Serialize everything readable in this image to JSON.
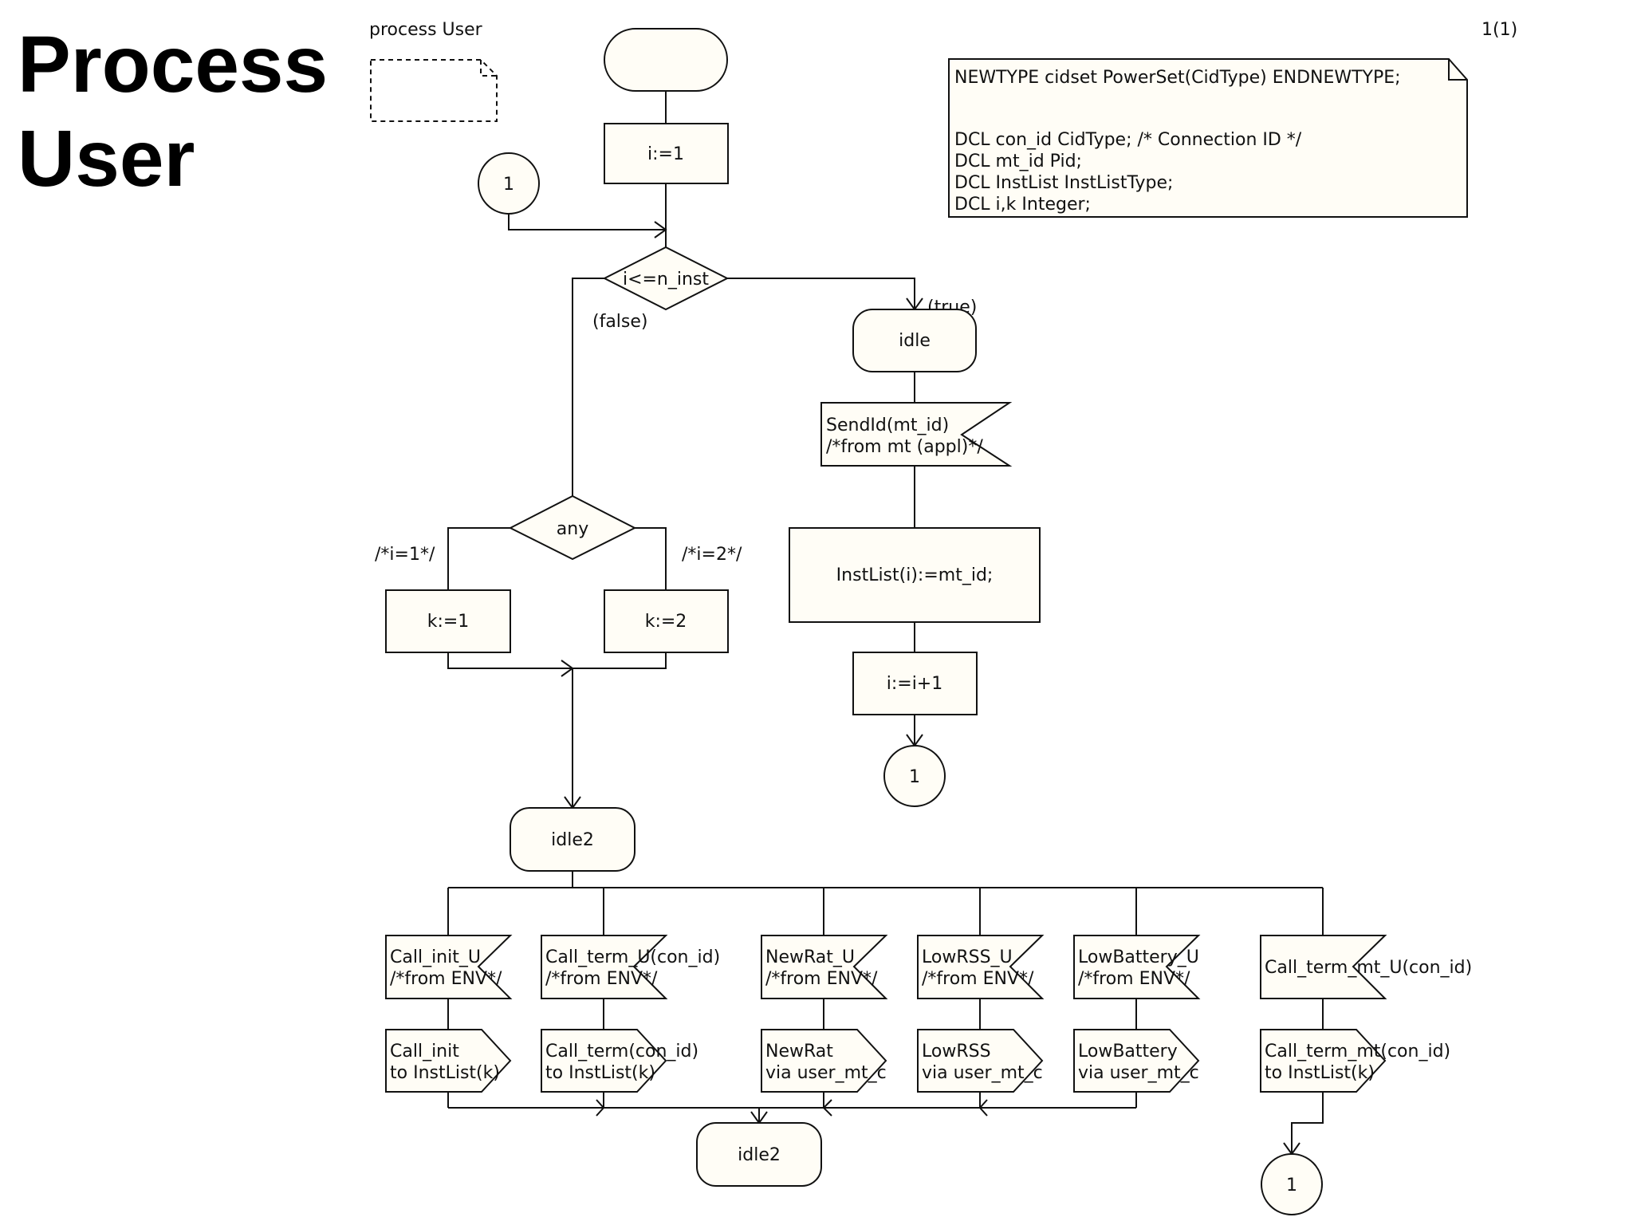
{
  "title": {
    "line1": "Process",
    "line2": "User"
  },
  "diagram": {
    "process_label": "process User",
    "page_number": "1(1)",
    "declarations": [
      "NEWTYPE cidset PowerSet(CidType) ENDNEWTYPE;",
      "DCL con_id CidType;   /* Connection ID */",
      "DCL mt_id Pid;",
      "DCL InstList InstListType;",
      "DCL i,k  Integer;"
    ],
    "init_task": "i:=1",
    "connector_label": "1",
    "decision_main": "i<=n_inst",
    "false_label": "(false)",
    "true_label": "(true)",
    "idle_state": "idle",
    "sendid_input": [
      "SendId(mt_id)",
      "/*from mt (appl)*/"
    ],
    "instlist_task": "InstList(i):=mt_id;",
    "increment_task": "i:=i+1",
    "decision_any": "any",
    "branch1_label": "/*i=1*/",
    "branch2_label": "/*i=2*/",
    "k1_task": "k:=1",
    "k2_task": "k:=2",
    "idle2_state": "idle2",
    "inputs": [
      {
        "line1": "Call_init_U",
        "line2": "/*from ENV*/"
      },
      {
        "line1": "Call_term_U(con_id)",
        "line2": "/*from ENV*/"
      },
      {
        "line1": "NewRat_U",
        "line2": "/*from ENV*/"
      },
      {
        "line1": "LowRSS_U",
        "line2": "/*from ENV*/"
      },
      {
        "line1": "LowBattery_U",
        "line2": "/*from ENV*/"
      },
      {
        "line1": "Call_term_mt_U(con_id)",
        "line2": ""
      }
    ],
    "outputs": [
      {
        "line1": "Call_init",
        "line2": "to InstList(k)"
      },
      {
        "line1": "Call_term(con_id)",
        "line2": "to InstList(k)"
      },
      {
        "line1": "NewRat",
        "line2": "via user_mt_c"
      },
      {
        "line1": "LowRSS",
        "line2": "via user_mt_c"
      },
      {
        "line1": "LowBattery",
        "line2": "via user_mt_c"
      },
      {
        "line1": "Call_term_mt(con_id)",
        "line2": "to InstList(k)"
      }
    ],
    "final_state": "idle2",
    "final_connector": "1"
  }
}
